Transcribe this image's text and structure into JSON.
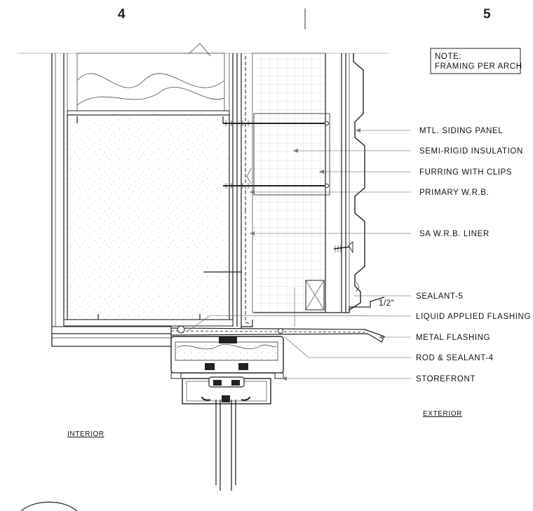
{
  "grid_lines": {
    "left": "4",
    "right": "5"
  },
  "note": {
    "line1": "NOTE:",
    "line2": "FRAMING PER ARCH"
  },
  "callouts": [
    "MTL. SIDING PANEL",
    "SEMI-RIGID INSULATION",
    "FURRING WITH CLIPS",
    "PRIMARY W.R.B.",
    "SA W.R.B. LINER",
    "SEALANT-5",
    "LIQUID APPLIED FLASHING",
    "METAL FLASHING",
    "ROD & SEALANT-4",
    "STOREFRONT"
  ],
  "dimension": "1/2\"",
  "side_labels": {
    "interior": "INTERIOR",
    "exterior": "EXTERIOR"
  }
}
